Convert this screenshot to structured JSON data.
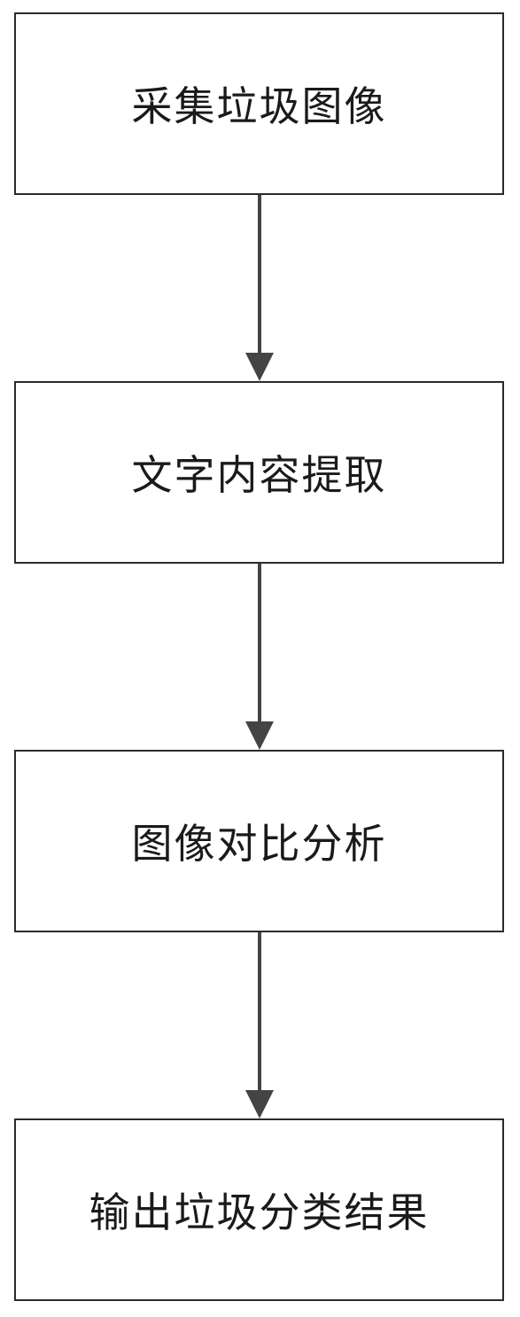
{
  "flowchart": {
    "steps": [
      {
        "label": "采集垃圾图像"
      },
      {
        "label": "文字内容提取"
      },
      {
        "label": "图像对比分析"
      },
      {
        "label": "输出垃圾分类结果"
      }
    ]
  },
  "colors": {
    "border": "#2b2b2b",
    "arrow": "#444444",
    "text": "#1a1a1a",
    "background": "#ffffff"
  }
}
